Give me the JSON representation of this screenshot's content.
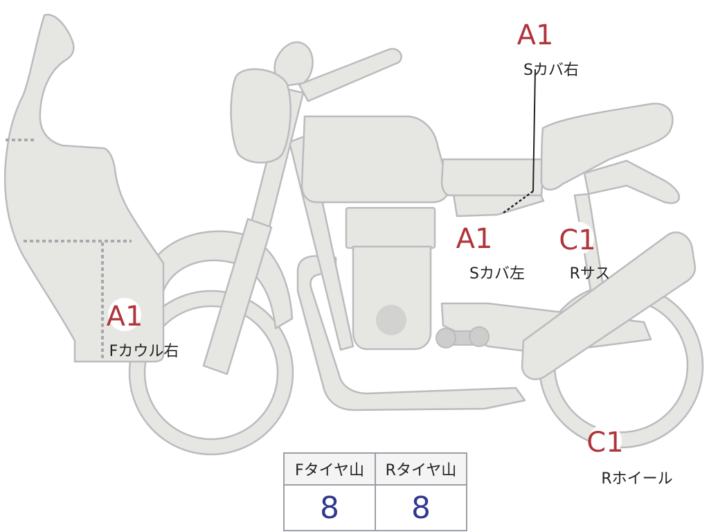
{
  "damage_markers": [
    {
      "id": "s-cover-right",
      "code": "A1",
      "label": "Sカバ右"
    },
    {
      "id": "s-cover-left",
      "code": "A1",
      "label": "Sカバ左"
    },
    {
      "id": "r-suspension",
      "code": "C1",
      "label": "Rサス"
    },
    {
      "id": "f-cowl-right",
      "code": "A1",
      "label": "Fカウル右"
    },
    {
      "id": "r-wheel",
      "code": "C1",
      "label": "Rホイール"
    }
  ],
  "tire_table": {
    "headers": [
      "Fタイヤ山",
      "Rタイヤ山"
    ],
    "values": [
      "8",
      "8"
    ]
  },
  "colors": {
    "part_fill": "#e6e6e3",
    "outline": "#b9bbbe",
    "code_red": "#b0343a",
    "value_blue": "#2f3a8c"
  }
}
